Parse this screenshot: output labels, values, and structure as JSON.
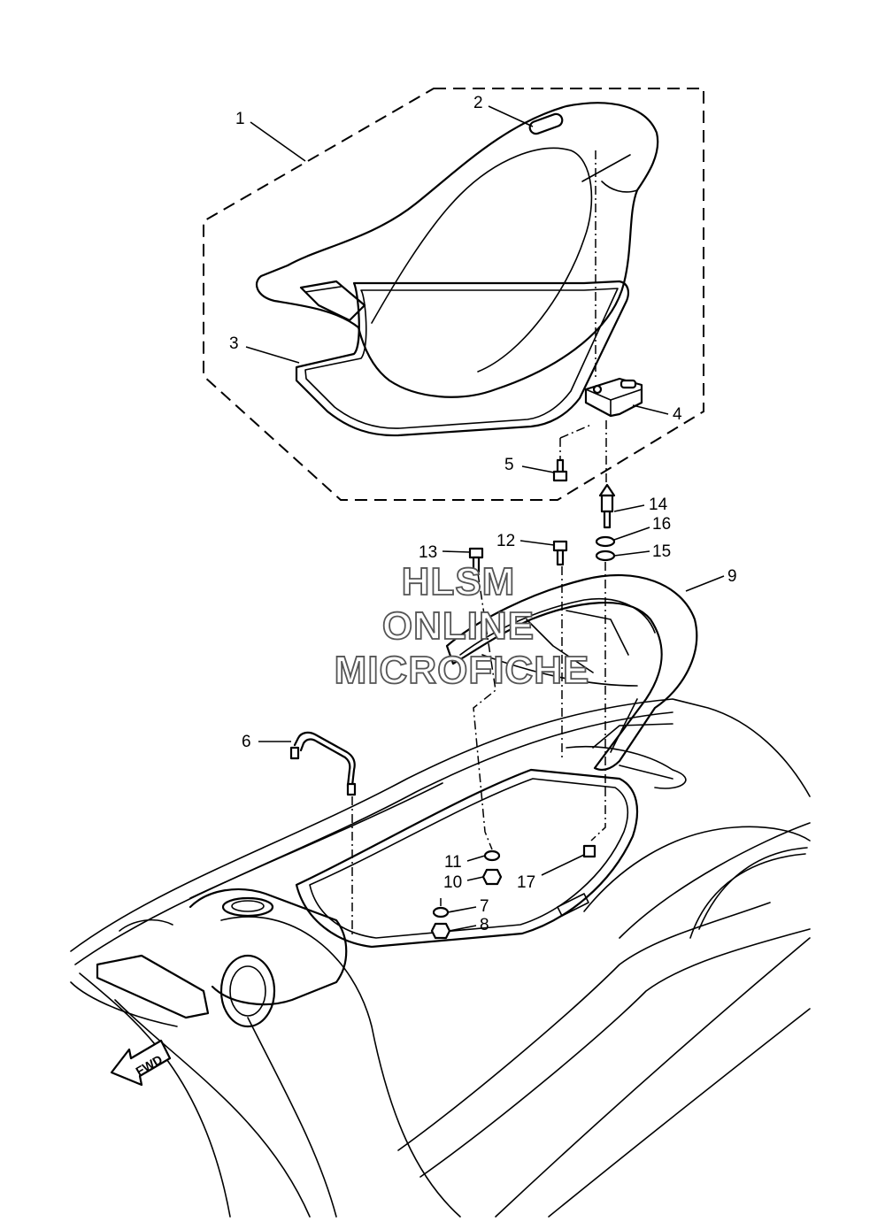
{
  "diagram": {
    "callouts": [
      "1",
      "2",
      "3",
      "4",
      "5",
      "6",
      "7",
      "8",
      "9",
      "10",
      "11",
      "12",
      "13",
      "14",
      "15",
      "16",
      "17"
    ],
    "watermark": [
      "HLSM",
      "ONLINE",
      "MICROFICHE"
    ],
    "direction_label": "FWD"
  }
}
